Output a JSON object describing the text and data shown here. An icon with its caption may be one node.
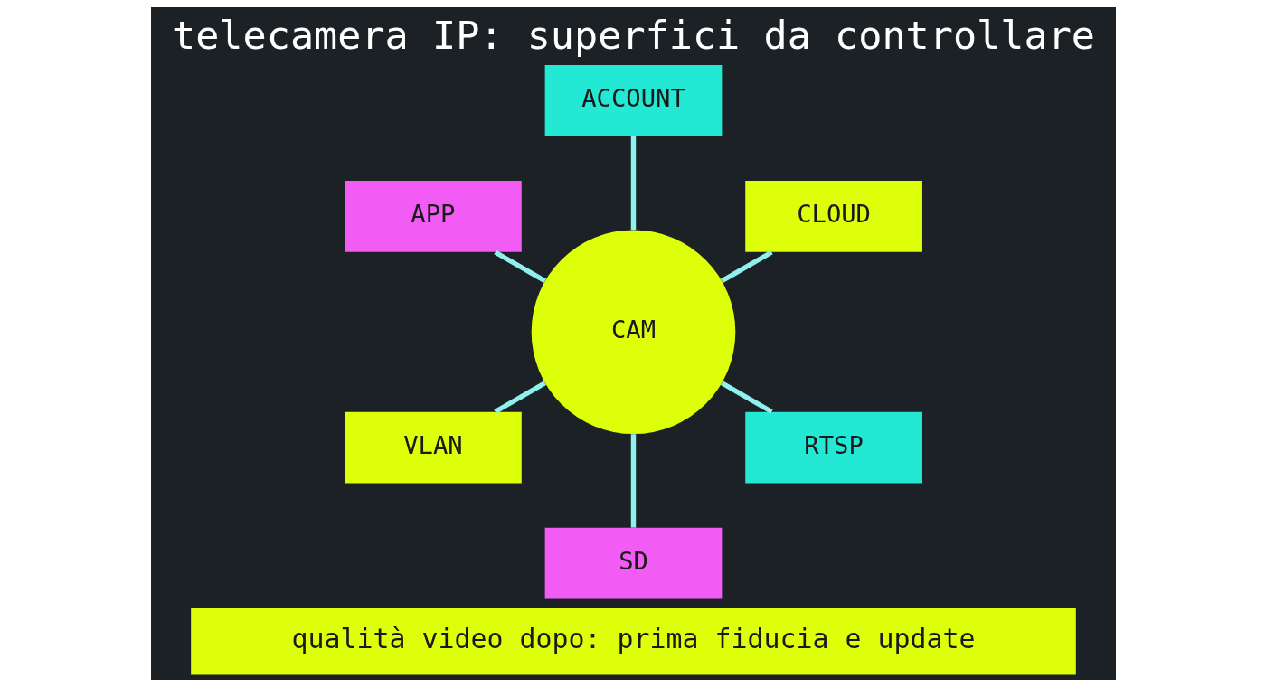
{
  "diagram": {
    "title": "telecamera IP: superfici da controllare",
    "nodes": [
      {
        "text": [
          "APP"
        ]
      },
      {
        "text": [
          "ACCOUNT"
        ]
      },
      {
        "text": [
          "CLOUD"
        ]
      },
      {
        "text": [
          "CAM"
        ]
      },
      {
        "text": [
          "VLAN"
        ]
      },
      {
        "text": [
          "RTSP"
        ]
      },
      {
        "text": [
          "SD"
        ]
      },
      {
        "text": [
          "qualità video dopo: prima fiducia e update"
        ]
      }
    ],
    "edges": [
      {
        "from": 3,
        "to": 0,
        "arrow": "none"
      },
      {
        "from": 3,
        "to": 1,
        "arrow": "none"
      },
      {
        "from": 3,
        "to": 2,
        "arrow": "none"
      },
      {
        "from": 3,
        "to": 5,
        "arrow": "none"
      },
      {
        "from": 3,
        "to": 6,
        "arrow": "none"
      },
      {
        "from": 3,
        "to": 4,
        "arrow": "none"
      }
    ]
  }
}
